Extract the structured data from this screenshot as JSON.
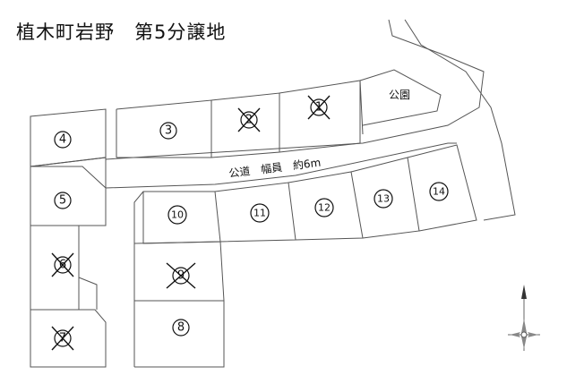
{
  "title": "植木町岩野　第5分譲地",
  "road_label": "公道　幅員　約6m",
  "park_label": "公園",
  "lots": [
    {
      "id": "lot-1",
      "number": "1",
      "sold": true
    },
    {
      "id": "lot-2",
      "number": "2",
      "sold": true
    },
    {
      "id": "lot-3",
      "number": "3",
      "sold": false
    },
    {
      "id": "lot-4",
      "number": "4",
      "sold": false
    },
    {
      "id": "lot-5",
      "number": "5",
      "sold": false
    },
    {
      "id": "lot-6",
      "number": "6",
      "sold": true
    },
    {
      "id": "lot-7",
      "number": "7",
      "sold": true
    },
    {
      "id": "lot-8",
      "number": "8",
      "sold": false
    },
    {
      "id": "lot-9",
      "number": "9",
      "sold": true
    },
    {
      "id": "lot-10",
      "number": "10",
      "sold": false
    },
    {
      "id": "lot-11",
      "number": "11",
      "sold": false
    },
    {
      "id": "lot-12",
      "number": "12",
      "sold": false
    },
    {
      "id": "lot-13",
      "number": "13",
      "sold": false
    },
    {
      "id": "lot-14",
      "number": "14",
      "sold": false
    }
  ],
  "compass": {
    "icon": "north-arrow-compass-icon"
  }
}
